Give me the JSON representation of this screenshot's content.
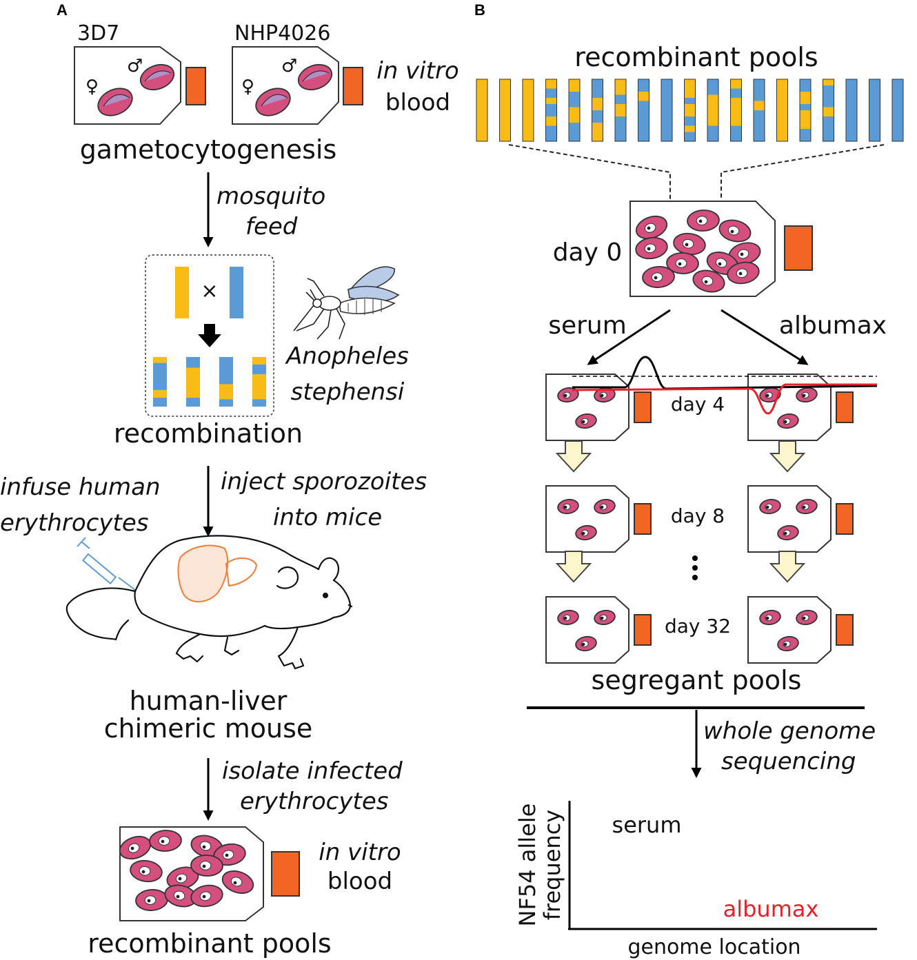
{
  "colors": {
    "parent_a": "#f9bc15",
    "parent_b": "#5b9bd5",
    "flask_cap": "#f26522",
    "erythrocyte": "#d44f7e",
    "albumax_line": "#e8202a",
    "serum_line": "#000000",
    "liver_outline": "#f07c38",
    "syringe": "#5b9bd5"
  },
  "panel_a": {
    "label": "A",
    "strain_1": "3D7",
    "strain_2": "NHP4026",
    "female_symbol": "♀",
    "male_symbol": "♂",
    "in_vitro_line1": "in vitro",
    "in_vitro_line2": "blood",
    "gametocytogenesis": "gametocytogenesis",
    "mosquito_feed_line1": "mosquito",
    "mosquito_feed_line2": "feed",
    "cross_symbol": "×",
    "mosquito_name_line1": "Anopheles",
    "mosquito_name_line2": "stephensi",
    "recombination": "recombination",
    "infuse_line1": "infuse human",
    "infuse_line2": "erythrocytes",
    "inject_line1": "inject sporozoites",
    "inject_line2": "into mice",
    "mouse_line1": "human-liver",
    "mouse_line2": "chimeric mouse",
    "isolate_line1": "isolate infected",
    "isolate_line2": "erythrocytes",
    "in_vitro2_line1": "in vitro",
    "in_vitro2_line2": "blood",
    "recombinant_pools": "recombinant pools"
  },
  "panel_b": {
    "label": "B",
    "recombinant_pools": "recombinant pools",
    "day0": "day 0",
    "serum": "serum",
    "albumax": "albumax",
    "day4": "day 4",
    "day8": "day 8",
    "day32": "day 32",
    "segregant_pools": "segregant pools",
    "wgs_line1": "whole genome",
    "wgs_line2": "sequencing",
    "chart": {
      "ylabel_line1": "NF54 allele",
      "ylabel_line2": "frequency",
      "xlabel": "genome location",
      "serum_label": "serum",
      "albumax_label": "albumax"
    }
  }
}
